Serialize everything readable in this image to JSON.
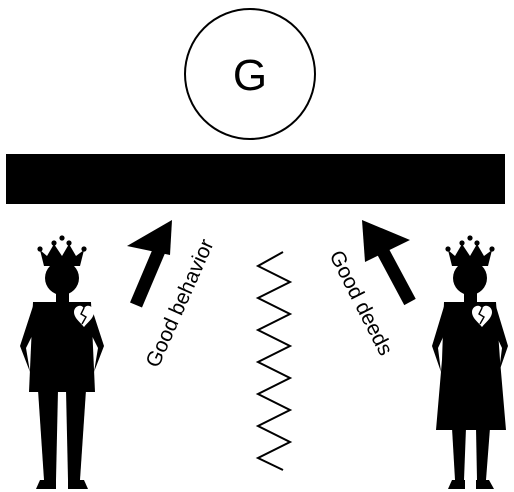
{
  "circle": {
    "letter": "G"
  },
  "labels": {
    "left": "Good behavior",
    "right": "Good deeds"
  },
  "colors": {
    "ink": "#000000",
    "paper": "#ffffff"
  },
  "icons": {
    "left_figure": "crowned-man-figure-icon",
    "right_figure": "crowned-woman-figure-icon",
    "heart": "broken-heart-icon",
    "left_arrow": "arrow-up-right-icon",
    "right_arrow": "arrow-up-left-icon",
    "middle": "zigzag-spring-icon"
  }
}
